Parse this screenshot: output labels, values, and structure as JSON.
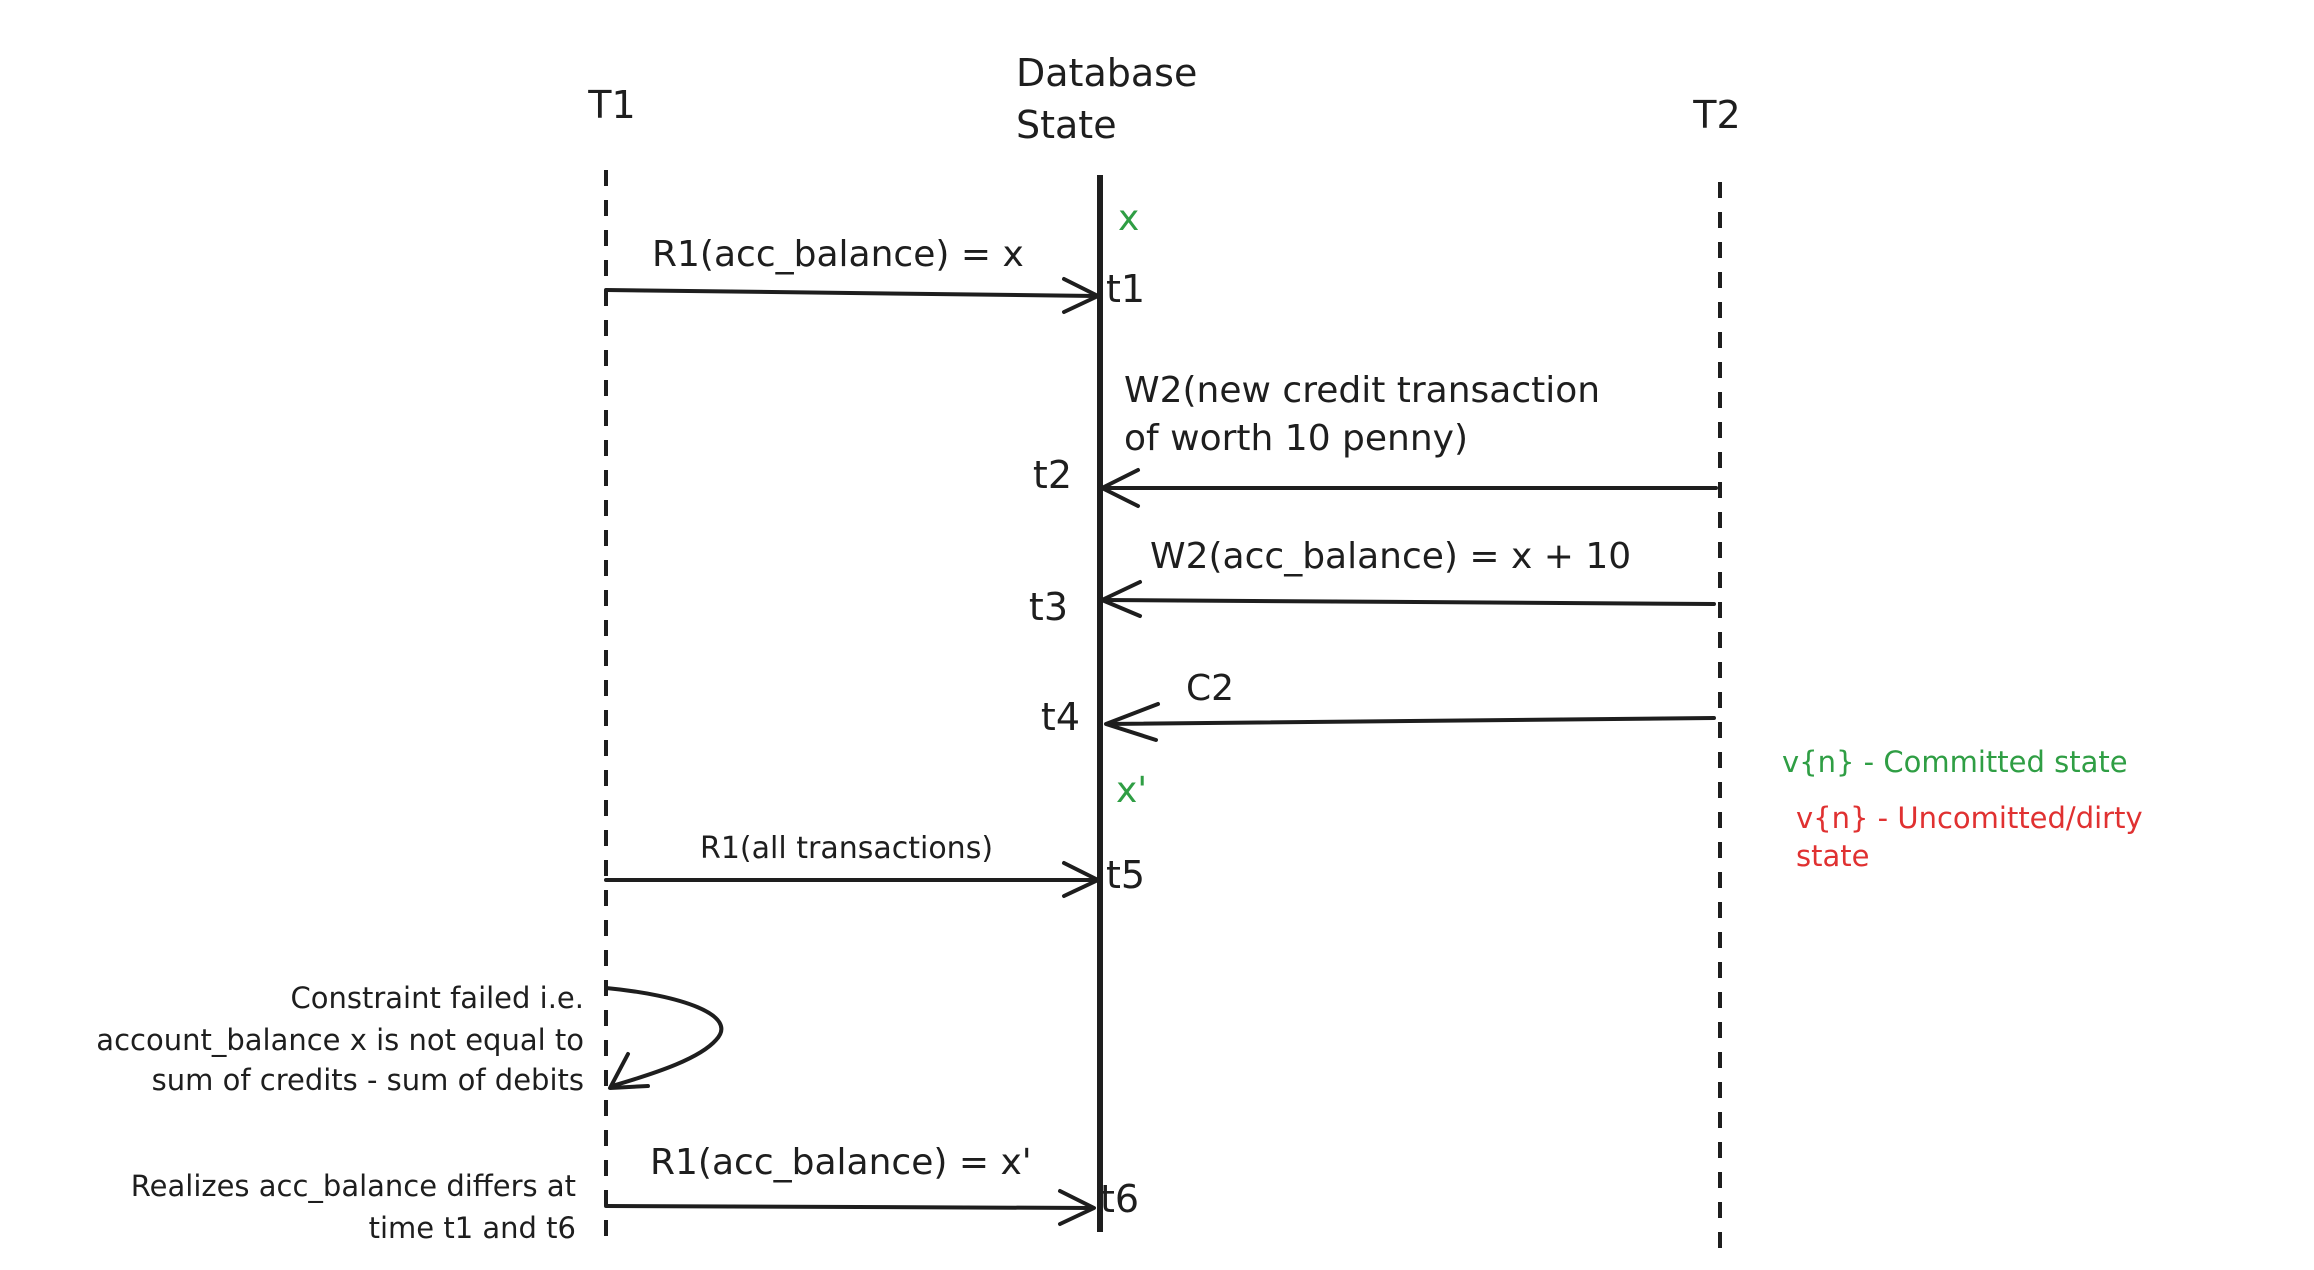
{
  "lanes": {
    "t1": "T1",
    "db_line1": "Database",
    "db_line2": "State",
    "t2": "T2"
  },
  "states": {
    "initial": "x",
    "after_commit": "x'"
  },
  "messages": {
    "r1_balance": "R1(acc_balance) = x",
    "w2_credit_line1": "W2(new credit transaction",
    "w2_credit_line2": "of worth 10 penny)",
    "w2_balance": "W2(acc_balance) = x + 10",
    "c2": "C2",
    "r1_all": "R1(all transactions)",
    "r1_balance_again": "R1(acc_balance) = x'"
  },
  "times": {
    "t1": "t1",
    "t2": "t2",
    "t3": "t3",
    "t4": "t4",
    "t5": "t5",
    "t6": "t6"
  },
  "notes": {
    "constraint_line1": "Constraint failed i.e.",
    "constraint_line2": "account_balance x is not equal to",
    "constraint_line3": "sum of credits - sum of debits",
    "realize_line1": "Realizes acc_balance differs at",
    "realize_line2": "time t1 and t6"
  },
  "legend": {
    "committed": "v{n} - Committed state",
    "uncommitted_line1": "v{n} - Uncomitted/dirty",
    "uncommitted_line2": "state",
    "committed_color": "#2f9e44",
    "uncommitted_color": "#e03131"
  }
}
